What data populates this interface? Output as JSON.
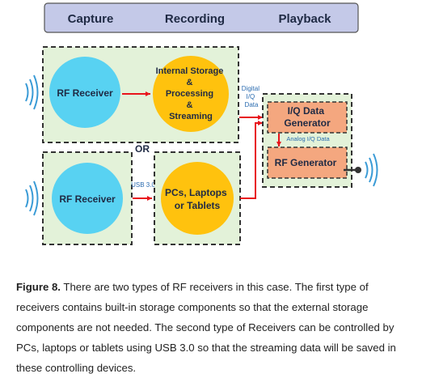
{
  "header": {
    "stages": [
      "Capture",
      "Recording",
      "Playback"
    ]
  },
  "path1": {
    "receiver": "RF Receiver",
    "storage_lines": [
      "Internal Storage",
      "&",
      "Processing",
      "&",
      "Streaming"
    ],
    "link_lines": [
      "Digital",
      "I/Q",
      "Data"
    ]
  },
  "separator": "OR",
  "path2": {
    "receiver": "RF Receiver",
    "link": "USB 3.0",
    "host_lines": [
      "PCs, Laptops",
      "or Tablets"
    ]
  },
  "playback": {
    "generator_iq_lines": [
      "I/Q Data",
      "Generator"
    ],
    "analog_link": "Analog I/Q Data",
    "generator_rf": "RF Generator"
  },
  "caption": {
    "label": "Figure 8.",
    "text": " There are two types of RF receivers in this case. The first type of receivers contains built-in storage components so that the external storage components are not needed. The second type of Receivers can be controlled by PCs, laptops or tablets using USB 3.0 so that the streaming data will be saved in these controlling devices."
  },
  "colors": {
    "header_fill": "#c4c9e8",
    "panel_fill": "#e3f2d9",
    "receiver_fill": "#58d2f2",
    "storage_fill": "#ffc20e",
    "generator_fill": "#f4a77f",
    "arrow": "#e8141b",
    "dash": "#333333",
    "signal": "#3a9bd6"
  }
}
